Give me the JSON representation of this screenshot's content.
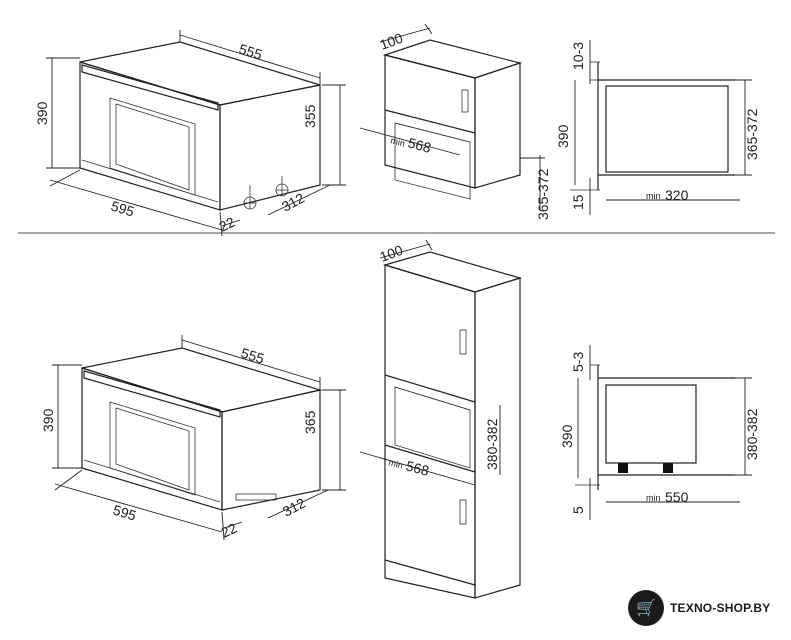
{
  "top": {
    "oven": {
      "width": "555",
      "height_left": "390",
      "height_right": "355",
      "front": "595",
      "depth": "312",
      "offset": "22"
    },
    "cabinet": {
      "top": "100",
      "min_prefix": "min",
      "opening": "568",
      "height": "365-372"
    },
    "side": {
      "gap_top": "10-3",
      "height": "390",
      "opening": "365-372",
      "gap_bottom": "15",
      "min_prefix": "min",
      "depth": "320"
    }
  },
  "bottom": {
    "oven": {
      "width": "555",
      "height_left": "390",
      "height_right": "365",
      "front": "595",
      "depth": "312",
      "offset": "22"
    },
    "cabinet": {
      "top": "100",
      "min_prefix": "min",
      "opening": "568",
      "height": "380-382"
    },
    "side": {
      "gap_top": "5-3",
      "height": "390",
      "opening": "380-382",
      "gap_bottom": "5",
      "min_prefix": "min",
      "depth": "550"
    }
  },
  "watermark": {
    "text": "TEXNO-SHOP.BY",
    "icon": "cart-icon"
  }
}
